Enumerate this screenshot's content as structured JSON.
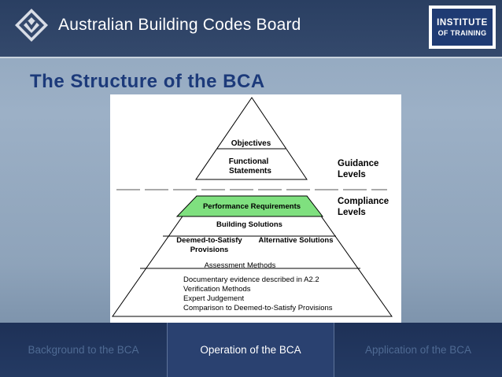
{
  "header": {
    "org_name": "Australian Building Codes Board",
    "badge_line1": "INSTITUTE",
    "badge_line2": "OF TRAINING"
  },
  "slide_title": "The Structure of the BCA",
  "diagram": {
    "objectives": "Objectives",
    "functional_1": "Functional",
    "functional_2": "Statements",
    "guidance_1": "Guidance",
    "guidance_2": "Levels",
    "compliance_1": "Compliance",
    "compliance_2": "Levels",
    "performance": "Performance Requirements",
    "building_solutions": "Building Solutions",
    "dts_1": "Deemed-to-Satisfy",
    "dts_2": "Provisions",
    "alternative": "Alternative Solutions",
    "assessment_title": "Assessment Methods",
    "assessment_items": [
      "Documentary evidence described in A2.2",
      "Verification Methods",
      "Expert Judgement",
      "Comparison to Deemed-to-Satisfy Provisions"
    ],
    "colors": {
      "performance_fill": "#7fe07f"
    }
  },
  "footer": {
    "tabs": [
      {
        "label": "Background to the BCA",
        "active": false
      },
      {
        "label": "Operation of the BCA",
        "active": true
      },
      {
        "label": "Application of the BCA",
        "active": false
      }
    ]
  }
}
